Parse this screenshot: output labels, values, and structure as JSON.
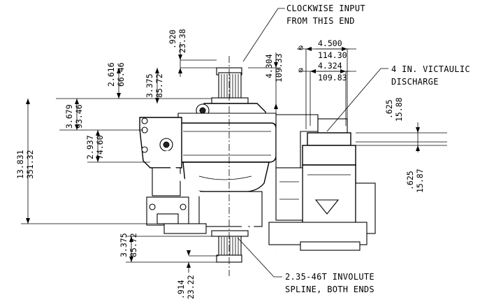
{
  "notes": {
    "input_line1": "CLOCKWISE INPUT",
    "input_line2": "FROM THIS END",
    "discharge_line1": "4 IN. VICTAULIC",
    "discharge_line2": "DISCHARGE",
    "spline_line1": "2.35-46T INVOLUTE",
    "spline_line2": "SPLINE, BOTH ENDS"
  },
  "dimensions": {
    "top_shaft_in": ".920",
    "top_shaft_mm": "23.38",
    "flange_in": "2.616",
    "flange_mm": "66.46",
    "upper_shaft_in": "3.375",
    "upper_shaft_mm": "85.72",
    "upper_height_in": "4.304",
    "upper_height_mm": "109.33",
    "dia_outer_symbol": "⌀",
    "dia_outer_in": "4.500",
    "dia_outer_mm": "114.30",
    "dia_inner_symbol": "⌀",
    "dia_inner_in": "4.324",
    "dia_inner_mm": "109.83",
    "mount_a_in": "3.679",
    "mount_a_mm": "93.46",
    "mount_b_in": "2.937",
    "mount_b_mm": "74.60",
    "overall_in": "13.831",
    "overall_mm": "351.32",
    "discharge_up_in": ".625",
    "discharge_up_mm": "15.88",
    "discharge_down_in": ".625",
    "discharge_down_mm": "15.87",
    "lower_shaft_in": "3.375",
    "lower_shaft_mm": "85.72",
    "bottom_shaft_in": ".914",
    "bottom_shaft_mm": "23.22"
  }
}
